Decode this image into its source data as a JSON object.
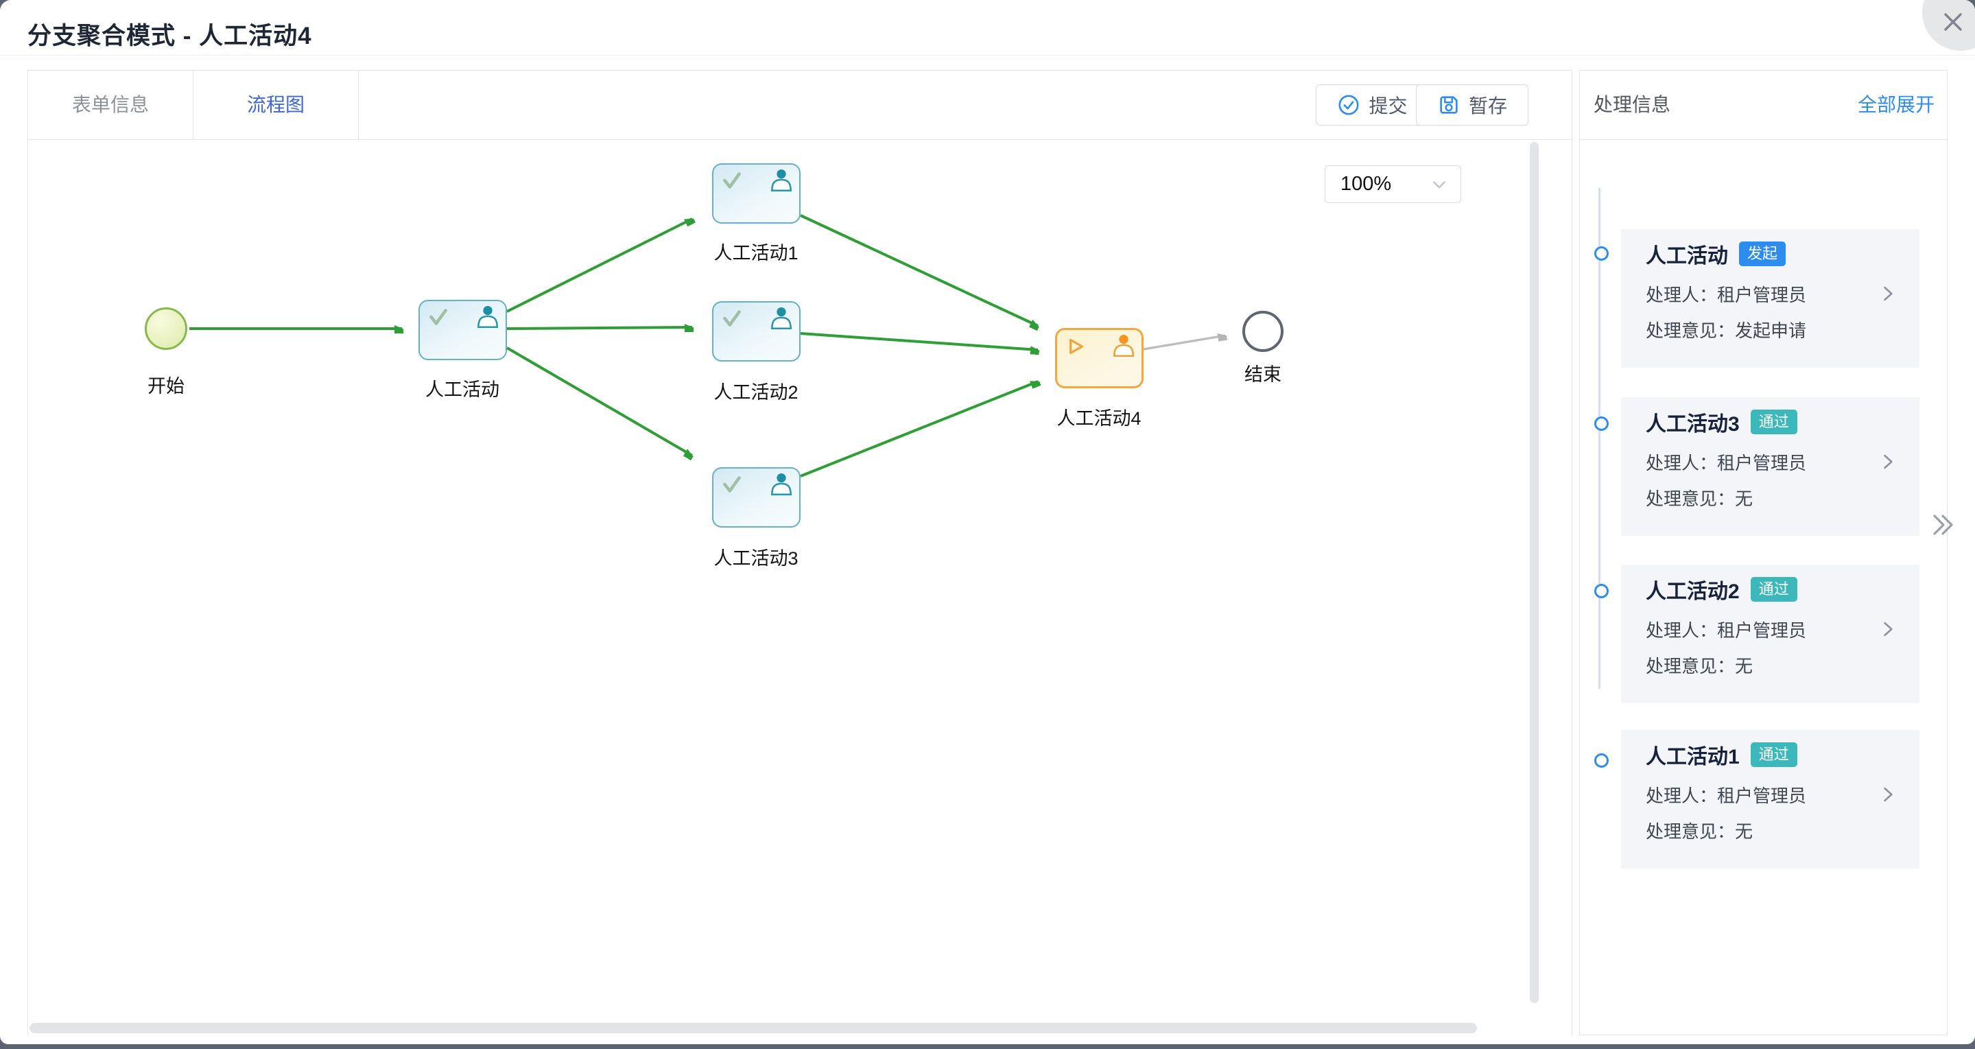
{
  "dialog": {
    "title": "分支聚合模式 - 人工活动4"
  },
  "tabs": {
    "form": "表单信息",
    "flow": "流程图"
  },
  "toolbar": {
    "submit": "提交",
    "draft": "暂存"
  },
  "canvas": {
    "zoom": "100%",
    "nodes": {
      "start": "开始",
      "a0": "人工活动",
      "a1": "人工活动1",
      "a2": "人工活动2",
      "a3": "人工活动3",
      "a4": "人工活动4",
      "end": "结束"
    }
  },
  "panel": {
    "title": "处理信息",
    "expand_all": "全部展开",
    "items": [
      {
        "title": "人工活动",
        "badge": "发起",
        "badge_type": "initiate",
        "badge_color": "#2d8cf0",
        "handler_label": "处理人：",
        "handler_value": "租户管理员",
        "opinion_label": "处理意见：",
        "opinion_value": "发起申请"
      },
      {
        "title": "人工活动3",
        "badge": "通过",
        "badge_type": "pass",
        "badge_color": "#3cb8ba",
        "handler_label": "处理人：",
        "handler_value": "租户管理员",
        "opinion_label": "处理意见：",
        "opinion_value": "无"
      },
      {
        "title": "人工活动2",
        "badge": "通过",
        "badge_type": "pass",
        "badge_color": "#3cb8ba",
        "handler_label": "处理人：",
        "handler_value": "租户管理员",
        "opinion_label": "处理意见：",
        "opinion_value": "无"
      },
      {
        "title": "人工活动1",
        "badge": "通过",
        "badge_type": "pass",
        "badge_color": "#3cb8ba",
        "handler_label": "处理人：",
        "handler_value": "租户管理员",
        "opinion_label": "处理意见：",
        "opinion_value": "无"
      }
    ]
  },
  "icons": {
    "close": "close-icon",
    "submit": "circle-check-icon",
    "draft": "save-icon",
    "zoom_dropdown": "chevron-down-icon",
    "card_arrow": "chevron-right-icon",
    "collapse": "double-chevron-right-icon",
    "task_done": "check-icon",
    "task_running": "play-icon",
    "assignee": "person-icon"
  },
  "colors": {
    "primary_blue": "#2d8cf0",
    "tab_active_blue": "#3d68cf",
    "pass_badge_teal": "#3cb8ba",
    "edge_green": "#2f9e37",
    "edge_gray": "#bdbdbd",
    "task_border_teal": "#64b2c3",
    "task_border_orange": "#f2a83e",
    "start_border_green": "#87b94e",
    "card_bg": "#f4f5f9"
  }
}
